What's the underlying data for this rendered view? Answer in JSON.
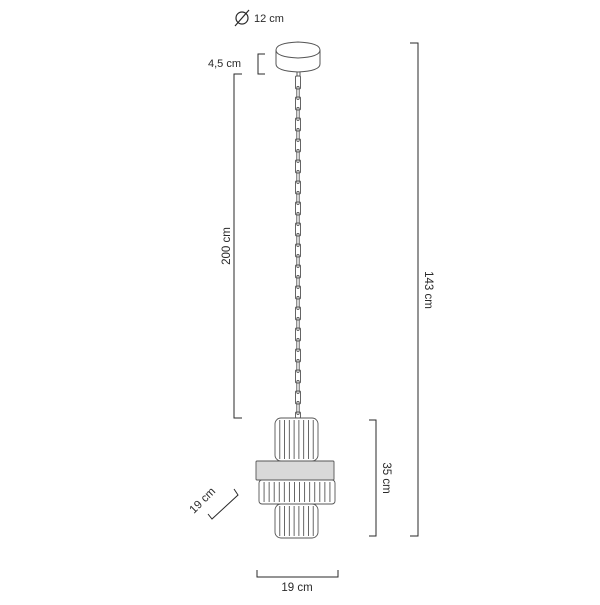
{
  "dimensions": {
    "canopy_diameter": "12 cm",
    "canopy_height": "4,5 cm",
    "chain_length": "200 cm",
    "total_height": "143 cm",
    "shade_height": "35 cm",
    "shade_depth": "19 cm",
    "shade_width": "19 cm"
  },
  "icons": {
    "diameter_symbol": "diameter-icon"
  },
  "colors": {
    "line": "#2a2a2a",
    "outline": "#555555",
    "band": "#d9d9d9",
    "background": "#ffffff"
  }
}
